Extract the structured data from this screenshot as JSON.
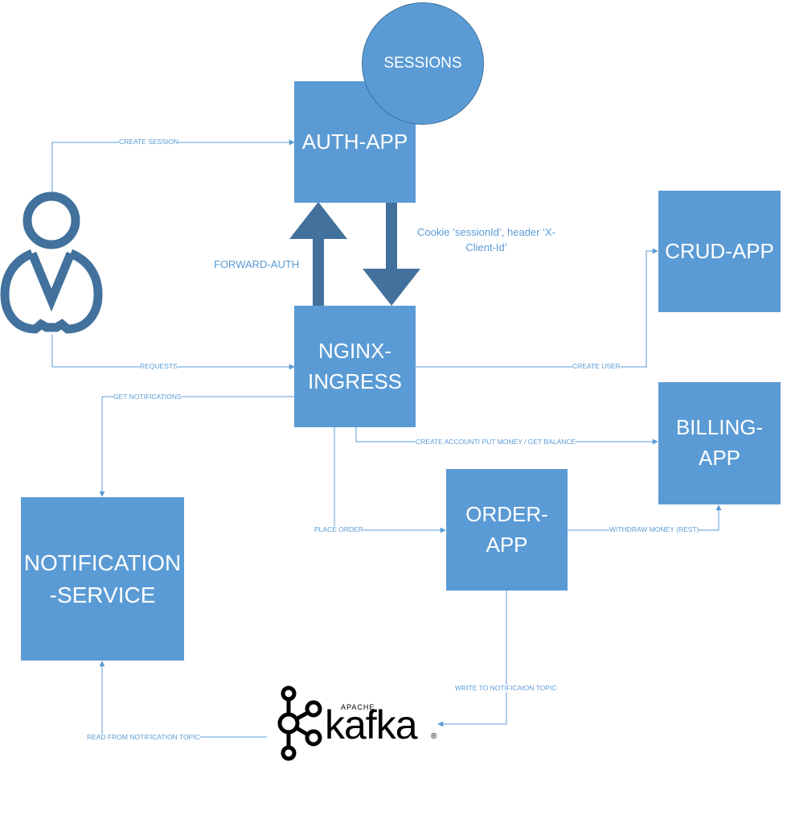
{
  "nodes": {
    "sessions": "SESSIONS",
    "auth_app": "AUTH-APP",
    "nginx_ingress": "NGINX-\nINGRESS",
    "crud_app": "CRUD-APP",
    "billing_app": "BILLING-\nAPP",
    "order_app": "ORDER-\nAPP",
    "notification_service": "NOTIFICATION\n-SERVICE",
    "kafka_brand_small": "APACHE",
    "kafka_brand": "kafka",
    "kafka_registered": "®"
  },
  "edges": {
    "create_session": "CREATE SESSION",
    "requests": "REQUESTS",
    "forward_auth": "FORWARD-AUTH",
    "cookie_header": "Cookie ‘sessionId’, header ‘X-Client-Id’",
    "create_user": "CREATE USER",
    "get_notifications": "GET NOTIFICATIONS",
    "create_account": "CREATE ACCOUNT/ PUT MONEY / GET BALANCE",
    "place_order": "PLACE ORDER",
    "withdraw_money": "WITHDRAW MONEY (REST)",
    "write_topic": "WRITE TO NOTIFICAION TOPIC",
    "read_topic": "READ FROM NOTIFICATION TOPIC"
  },
  "colors": {
    "box_fill": "#5b9bd5",
    "line": "#5b9bd5",
    "block_arrow": "#41719c",
    "user_icon": "#41719c",
    "text_on_box": "#ffffff",
    "kafka": "#000000"
  },
  "icons": {
    "user": "user-icon",
    "kafka": "kafka-logo-icon"
  }
}
